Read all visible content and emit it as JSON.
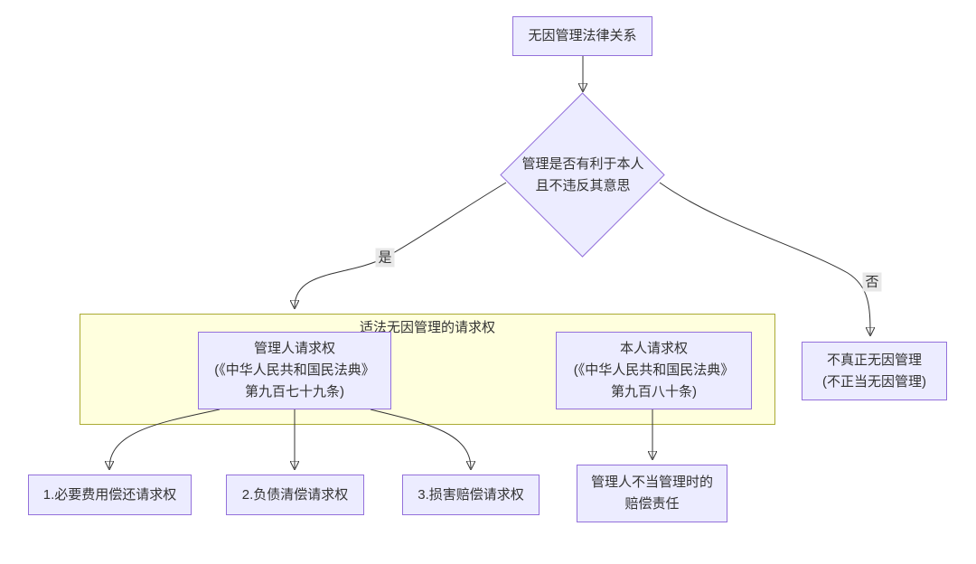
{
  "diagram_type": "flowchart",
  "nodes": {
    "root": {
      "label": "无因管理法律关系"
    },
    "decision": {
      "lines": [
        "管理是否有利于本人",
        "且不违反其意思"
      ]
    },
    "subgraph": {
      "title": "适法无因管理的请求权"
    },
    "manager_claim": {
      "lines": [
        "管理人请求权",
        "(《中华人民共和国民法典》",
        "第九百七十九条)"
      ]
    },
    "principal_claim": {
      "lines": [
        "本人请求权",
        "(《中华人民共和国民法典》",
        "第九百八十条)"
      ]
    },
    "untrue_management": {
      "lines": [
        "不真正无因管理",
        "(不正当无因管理)"
      ]
    },
    "claim_1": {
      "label": "1.必要费用偿还请求权"
    },
    "claim_2": {
      "label": "2.负债清偿请求权"
    },
    "claim_3": {
      "label": "3.损害赔偿请求权"
    },
    "liability": {
      "lines": [
        "管理人不当管理时的",
        "赔偿责任"
      ]
    }
  },
  "edge_labels": {
    "yes": "是",
    "no": "否"
  },
  "colors": {
    "node_fill": "#ECECFF",
    "node_border": "#9370DB",
    "subgraph_fill": "#FFFFDE",
    "subgraph_border": "#AAAA33",
    "edge_stroke": "#333333",
    "edge_label_bg": "#e8e8e8",
    "text": "#333333",
    "background": "#ffffff"
  }
}
